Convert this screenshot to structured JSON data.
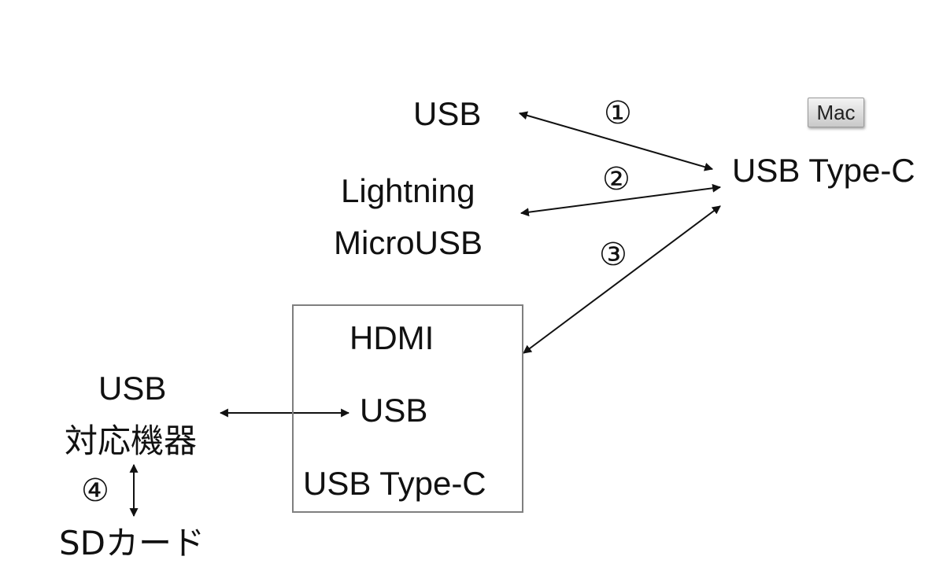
{
  "mac_badge": "Mac",
  "mac_port": "USB Type-C",
  "devices": {
    "usb": "USB",
    "lightning": "Lightning",
    "microusb": "MicroUSB"
  },
  "hub": {
    "hdmi": "HDMI",
    "usb": "USB",
    "usb_type_c": "USB Type-C"
  },
  "peripheral": {
    "usb": "USB",
    "device": "対応機器",
    "sd_card": "SDカード"
  },
  "connections": {
    "c1": "①",
    "c2": "②",
    "c3": "③",
    "c4": "④"
  }
}
